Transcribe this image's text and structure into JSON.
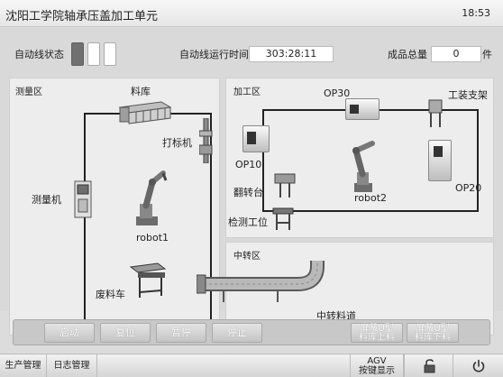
{
  "header": {
    "title": "沈阳工学院轴承压盖加工单元",
    "time": "18:53"
  },
  "status": {
    "line_status_label": "自动线状态",
    "runtime_label": "自动线运行时间",
    "runtime_value": "303:28:11",
    "total_label": "成品总量",
    "total_value": "0",
    "total_unit": "件"
  },
  "measure_zone": {
    "title": "测量区",
    "warehouse": "料库",
    "marking": "打标机",
    "gauge": "测量机",
    "robot": "robot1",
    "scrap": "废料车"
  },
  "machining_zone": {
    "title": "加工区",
    "op30": "OP30",
    "fixture": "工装支架",
    "op10": "OP10",
    "flip": "翻转台",
    "robot": "robot2",
    "op20": "OP20",
    "inspect": "检测工位"
  },
  "transfer_zone": {
    "title": "中转区",
    "channel": "中转料道"
  },
  "controls": {
    "start": "启动",
    "reset": "复位",
    "pause": "暂停",
    "stop": "停止",
    "block_u_load_1": "屏蔽U型",
    "block_u_load_2": "料库上料",
    "block_u_unload_1": "屏蔽U型",
    "block_u_unload_2": "料库下料"
  },
  "footer": {
    "production": "生产管理",
    "log": "日志管理",
    "agv_1": "AGV",
    "agv_2": "按键显示"
  },
  "icons": {
    "lock": "lock-icon",
    "power": "power-icon"
  }
}
